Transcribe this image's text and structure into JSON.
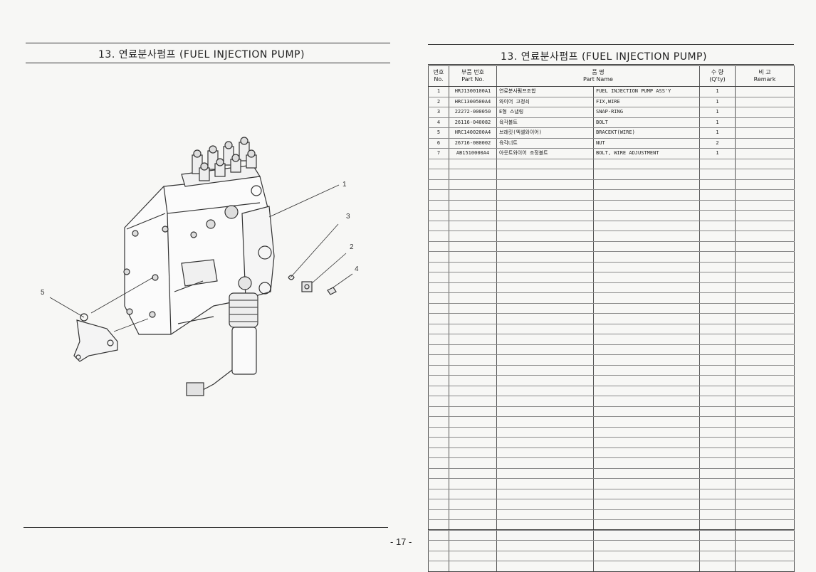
{
  "left_page": {
    "title": "13. 연료분사펌프 (FUEL INJECTION PUMP)",
    "callouts": [
      "1",
      "2",
      "3",
      "4",
      "5"
    ]
  },
  "right_page": {
    "title": "13. 연료분사펌프 (FUEL INJECTION PUMP)",
    "table": {
      "headers": {
        "no_ko": "번호",
        "no_en": "No.",
        "part_no_ko": "부품 번호",
        "part_no_en": "Part  No.",
        "name_ko": "품     명",
        "name_en": "Part Name",
        "qty_ko": "수 량",
        "qty_en": "(Q'ty)",
        "remark_ko": "비  고",
        "remark_en": "Remark"
      },
      "rows": [
        {
          "no": "1",
          "part_no": "HRJ1300100A1",
          "name_ko": "연료분사펌프조합",
          "name_en": "FUEL INJECTION PUMP ASS'Y",
          "qty": "1",
          "remark": ""
        },
        {
          "no": "2",
          "part_no": "HRC1300500A4",
          "name_ko": "와이어 고정쇠",
          "name_en": "FIX,WIRE",
          "qty": "1",
          "remark": ""
        },
        {
          "no": "3",
          "part_no": "22272-000050",
          "name_ko": "E형 스냅링",
          "name_en": "SNAP-RING",
          "qty": "1",
          "remark": ""
        },
        {
          "no": "4",
          "part_no": "26116-040082",
          "name_ko": "육각볼트",
          "name_en": "BOLT",
          "qty": "1",
          "remark": ""
        },
        {
          "no": "5",
          "part_no": "HRC1400200A4",
          "name_ko": "브래킷(엑셀와이어)",
          "name_en": "BRACEKT(WIRE)",
          "qty": "1",
          "remark": ""
        },
        {
          "no": "6",
          "part_no": "26716-080002",
          "name_ko": "육각너트",
          "name_en": "NUT",
          "qty": "2",
          "remark": ""
        },
        {
          "no": "7",
          "part_no": "AB1510000A4",
          "name_ko": "아웃트와이어 조정볼트",
          "name_en": "BOLT, WIRE ADJUSTMENT",
          "qty": "1",
          "remark": ""
        }
      ]
    }
  },
  "footer": {
    "page_number": "- 17 -"
  }
}
